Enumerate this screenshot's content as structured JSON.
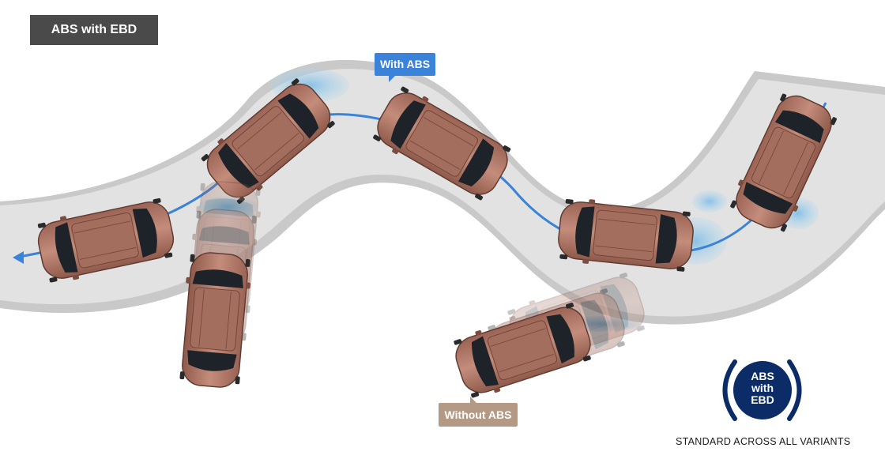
{
  "header": {
    "title": "ABS with EBD"
  },
  "callouts": {
    "with_abs": "With ABS",
    "without_abs": "Without ABS"
  },
  "badge": {
    "line1": "ABS",
    "line2": "with",
    "line3": "EBD"
  },
  "footer": {
    "standard_text": "STANDARD ACROSS ALL VARIANTS"
  },
  "colors": {
    "path": "#3b82d9",
    "badge": "#0b2c66",
    "car_body": "#b27b6c",
    "road": "#e2e2e2",
    "water": "#8fc6e8",
    "callout_without": "#b49a84",
    "title_bg": "#4a4a4a"
  },
  "icons": {
    "car": "car-top-view-icon",
    "arrow": "arrow-left-icon",
    "badge": "abs-badge-icon",
    "water": "water-puddle-icon"
  }
}
